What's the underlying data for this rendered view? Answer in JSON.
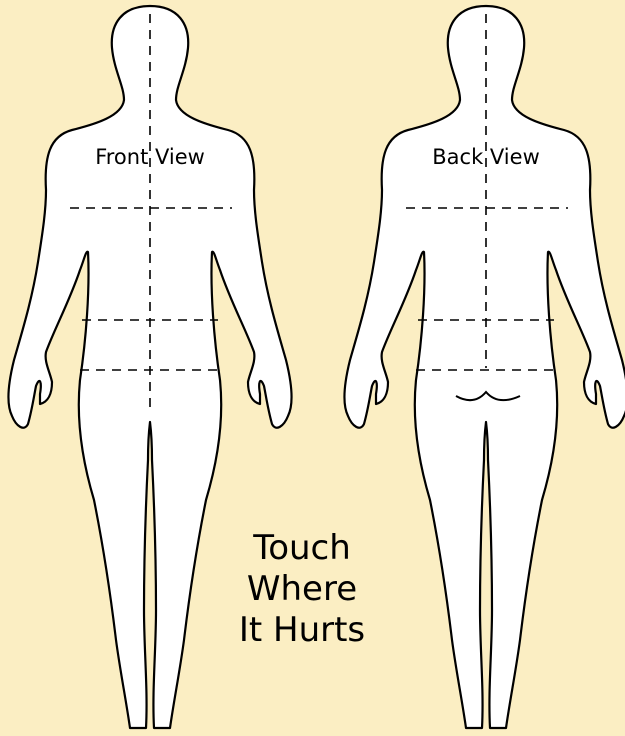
{
  "figures": [
    {
      "id": "front",
      "label": "Front View"
    },
    {
      "id": "back",
      "label": "Back View"
    }
  ],
  "caption": [
    "Touch",
    "Where",
    "It Hurts"
  ],
  "colors": {
    "background": "#fbeec3",
    "figure_fill": "#ffffff",
    "outline": "#000000"
  }
}
